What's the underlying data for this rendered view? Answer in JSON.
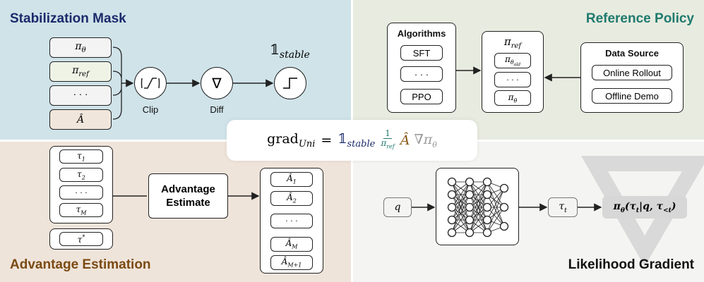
{
  "quadrants": {
    "stabilization": {
      "title": "Stabilization Mask",
      "title_color": "#1b2a6b",
      "inputs": [
        "π_θ",
        "π_ref",
        "· · ·",
        "Â"
      ],
      "clip_label": "Clip",
      "diff_label": "Diff",
      "diff_symbol": "∇",
      "indicator": "𝟙",
      "indicator_sub": "stable"
    },
    "reference": {
      "title": "Reference Policy",
      "title_color": "#1f7a6e",
      "algorithms_title": "Algorithms",
      "algorithms": [
        "SFT",
        "· · ·",
        "PPO"
      ],
      "pi_ref": "π",
      "pi_ref_sub": "ref",
      "pi_items": [
        "π_θold",
        "· · ·",
        "π_θ"
      ],
      "data_source_title": "Data Source",
      "data_sources": [
        "Online Rollout",
        "Offline Demo"
      ]
    },
    "advantage": {
      "title": "Advantage Estimation",
      "title_color": "#7a4a12",
      "trajectories": [
        "τ1",
        "τ2",
        "· · ·",
        "τM"
      ],
      "optimal": "τ*",
      "estimate_label": "Advantage Estimate",
      "outputs": [
        "Â1",
        "Â2",
        "· · ·",
        "ÂM",
        "ÂM+1"
      ]
    },
    "likelihood": {
      "title": "Likelihood Gradient",
      "title_color": "#111111",
      "input": "q",
      "token": "τt",
      "output": "πθ(τt|q, τ<t)"
    }
  },
  "formula": {
    "lhs": "grad",
    "lhs_sub": "Uni",
    "eq": "=",
    "indicator": "𝟙",
    "indicator_sub": "stable",
    "frac_num": "1",
    "frac_den": "π",
    "frac_den_sub": "ref",
    "adv": "Â",
    "grad": "∇π",
    "grad_sub": "θ"
  },
  "colors": {
    "tl_bg": "#cfe3e9",
    "tr_bg": "#e8ebe0",
    "bl_bg": "#efe4da",
    "br_bg": "#f4f4f2",
    "pi_ref_box": "#eef3e6",
    "adv_box": "#f1e6dc",
    "formula_indicator": "#1b2a6b",
    "formula_frac": "#1f7a6e",
    "formula_adv": "#8a5a18",
    "formula_grad": "#9a9a9a",
    "gray_box": "#d7d7d7"
  }
}
